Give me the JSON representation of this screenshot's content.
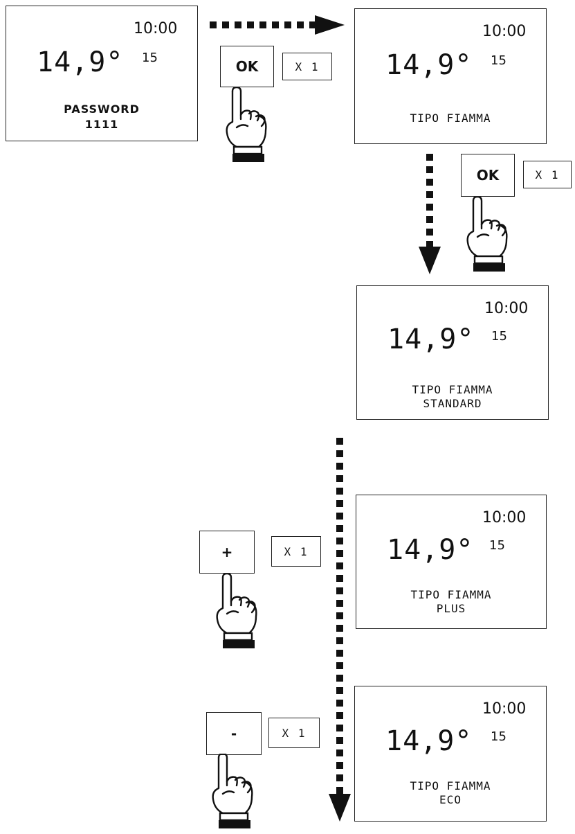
{
  "screens": [
    {
      "time": "10:00",
      "temp": "14,9",
      "deg": "°",
      "set": "15",
      "line1": "PASSWORD",
      "line2": "1111"
    },
    {
      "time": "10:00",
      "temp": "14,9",
      "deg": "°",
      "set": "15",
      "line1": "TIPO FIAMMA",
      "line2": ""
    },
    {
      "time": "10:00",
      "temp": "14,9",
      "deg": "°",
      "set": "15",
      "line1": "TIPO FIAMMA",
      "line2": "STANDARD"
    },
    {
      "time": "10:00",
      "temp": "14,9",
      "deg": "°",
      "set": "15",
      "line1": "TIPO FIAMMA",
      "line2": "PLUS"
    },
    {
      "time": "10:00",
      "temp": "14,9",
      "deg": "°",
      "set": "15",
      "line1": "TIPO FIAMMA",
      "line2": "ECO"
    }
  ],
  "steps": [
    {
      "button": "OK",
      "multiplier": "X 1",
      "icon": "pointing-hand-icon"
    },
    {
      "button": "OK",
      "multiplier": "X 1",
      "icon": "pointing-hand-icon"
    },
    {
      "button": "+",
      "multiplier": "X 1",
      "icon": "pointing-hand-icon"
    },
    {
      "button": "-",
      "multiplier": "X 1",
      "icon": "pointing-hand-icon"
    }
  ],
  "colors": {
    "stroke": "#111111",
    "background": "#ffffff"
  }
}
